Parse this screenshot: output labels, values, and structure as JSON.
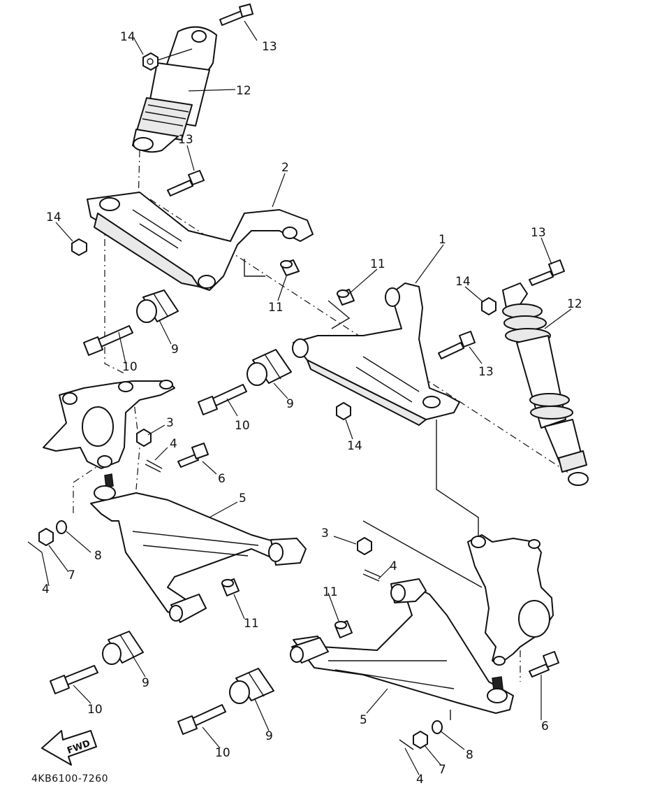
{
  "diagram_code": "4KB6100-7260",
  "fwd_label": "FWD",
  "callouts": {
    "c1": "1",
    "c2": "2",
    "c3a": "3",
    "c3b": "3",
    "c4a": "4",
    "c4b": "4",
    "c4c": "4",
    "c4d": "4",
    "c5a": "5",
    "c5b": "5",
    "c6a": "6",
    "c6b": "6",
    "c7a": "7",
    "c7b": "7",
    "c8a": "8",
    "c8b": "8",
    "c9a": "9",
    "c9b": "9",
    "c9c": "9",
    "c9d": "9",
    "c10a": "10",
    "c10b": "10",
    "c10c": "10",
    "c10d": "10",
    "c11a": "11",
    "c11b": "11",
    "c11c": "11",
    "c12a": "12",
    "c12b": "12",
    "c13a": "13",
    "c13b": "13",
    "c13c": "13",
    "c13d": "13",
    "c14a": "14",
    "c14b": "14",
    "c14c": "14",
    "c14d": "14"
  }
}
